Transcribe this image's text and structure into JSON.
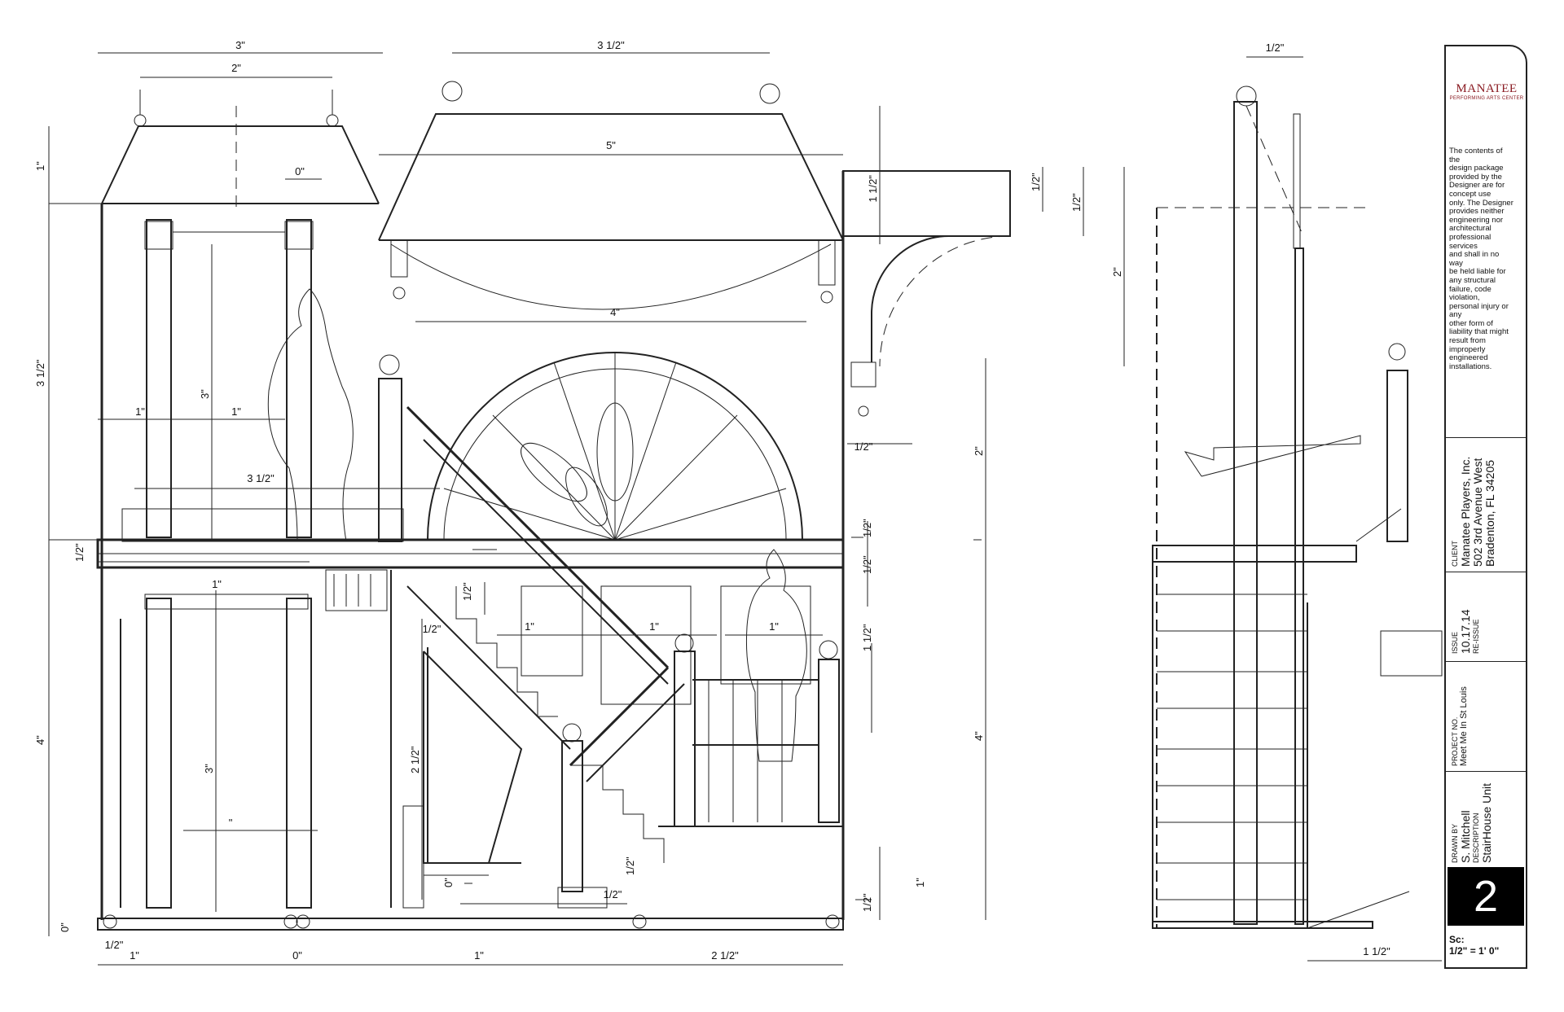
{
  "title_block": {
    "logo": {
      "name": "MANATEE",
      "tagline": "PERFORMING ARTS CENTER"
    },
    "disclaimer": "The contents of\nthe\ndesign package\nprovided by the\nDesigner are for\nconcept use\nonly. The Designer\nprovides neither\nengineering nor\narchitectural\nprofessional\nservices\nand shall in no\nway\nbe held liable for\nany structural\nfailure, code\nviolation,\npersonal injury or\nany\nother form of\nliability that might\nresult from\nimproperly\nengineered\ninstallations.",
    "client": {
      "label": "CLIENT",
      "lines": [
        "Manatee Players, Inc.",
        "502 3rd Avenue West",
        "Bradenton, FL 34205"
      ]
    },
    "issue": {
      "label": "ISSUE",
      "date": "10.17.14",
      "note": "RE-ISSUE"
    },
    "project": {
      "label": "PROJECT NO.",
      "value": "Meet Me In St Louis"
    },
    "drawn_by": {
      "label": "DRAWN BY",
      "value": "S. Mitchell",
      "desc_label": "DESCRIPTION",
      "desc_value": "StairHouse Unit"
    },
    "sheet_number": "2",
    "scale": {
      "label": "Sc:",
      "value": "1/2\" = 1' 0\""
    }
  },
  "dimensions": {
    "d1": "3\"",
    "d2": "2\"",
    "d3": "3 1/2\"",
    "d4": "5\"",
    "d5": "1/2\"",
    "d6": "1 1/2\"",
    "d7": "1/2\"",
    "d8": "1/2\"",
    "d9": "2\"",
    "d10": "1\"",
    "d11": "3 1/2\"",
    "d12": "0\"",
    "d13": "4\"",
    "d14": "1\"",
    "d15": "3\"",
    "d16": "1\"",
    "d17": "3 1/2\"",
    "d18": "1/2\"",
    "d19": "1\"",
    "d20": "1/2\"",
    "d21": "1/2\"",
    "d22": "1/2\"",
    "d23": "1\"",
    "d24": "1\"",
    "d25": "1\"",
    "d26": "1 1/2\"",
    "d27": "4\"",
    "d28": "3\"",
    "d29": "\"",
    "d30": "2 1/2\"",
    "d31": "0\"",
    "d32": "1/2\"",
    "d33": "1/2\"",
    "d34": "1\"",
    "d35": "1/2\"",
    "d36": "0\"",
    "d37": "1/2\"",
    "d38": "1\"",
    "d39": "0\"",
    "d40": "1\"",
    "d41": "2 1/2\"",
    "d42": "1 1/2\"",
    "d43": "2\"",
    "d44": "4\"",
    "d45": "1/2\"",
    "d46": "1/2\""
  }
}
